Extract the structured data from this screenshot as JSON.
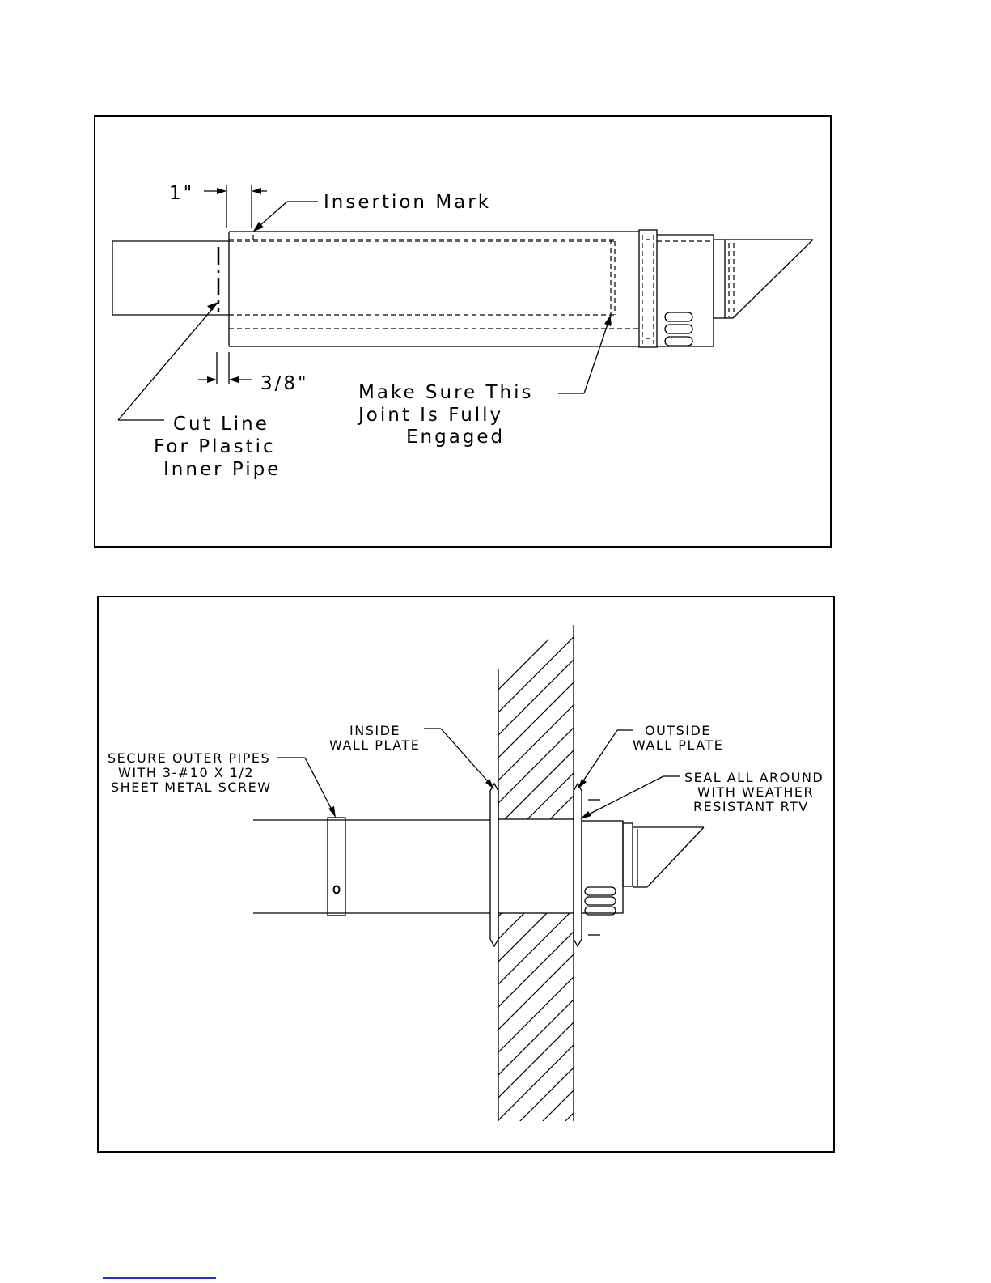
{
  "figure_top": {
    "labels": {
      "dim_1in": "1\"",
      "insertion_mark": "Insertion Mark",
      "dim_3_8in": "3/8\"",
      "make_sure": [
        "Make Sure This",
        "Joint Is Fully",
        "Engaged"
      ],
      "cut_line": [
        "Cut Line",
        "For Plastic",
        "Inner Pipe"
      ]
    }
  },
  "figure_bottom": {
    "labels": {
      "secure_outer": [
        "SECURE OUTER PIPES",
        "WITH 3-#10 X 1/2",
        "SHEET METAL SCREW"
      ],
      "inside_wall_plate": [
        "INSIDE",
        "WALL PLATE"
      ],
      "outside_wall_plate": [
        "OUTSIDE",
        "WALL PLATE"
      ],
      "seal_all_around": [
        "SEAL ALL AROUND",
        "WITH WEATHER",
        "RESISTANT RTV"
      ]
    }
  },
  "colors": {
    "line": "#000000",
    "background": "#ffffff",
    "footer_link": "#2233cc"
  }
}
